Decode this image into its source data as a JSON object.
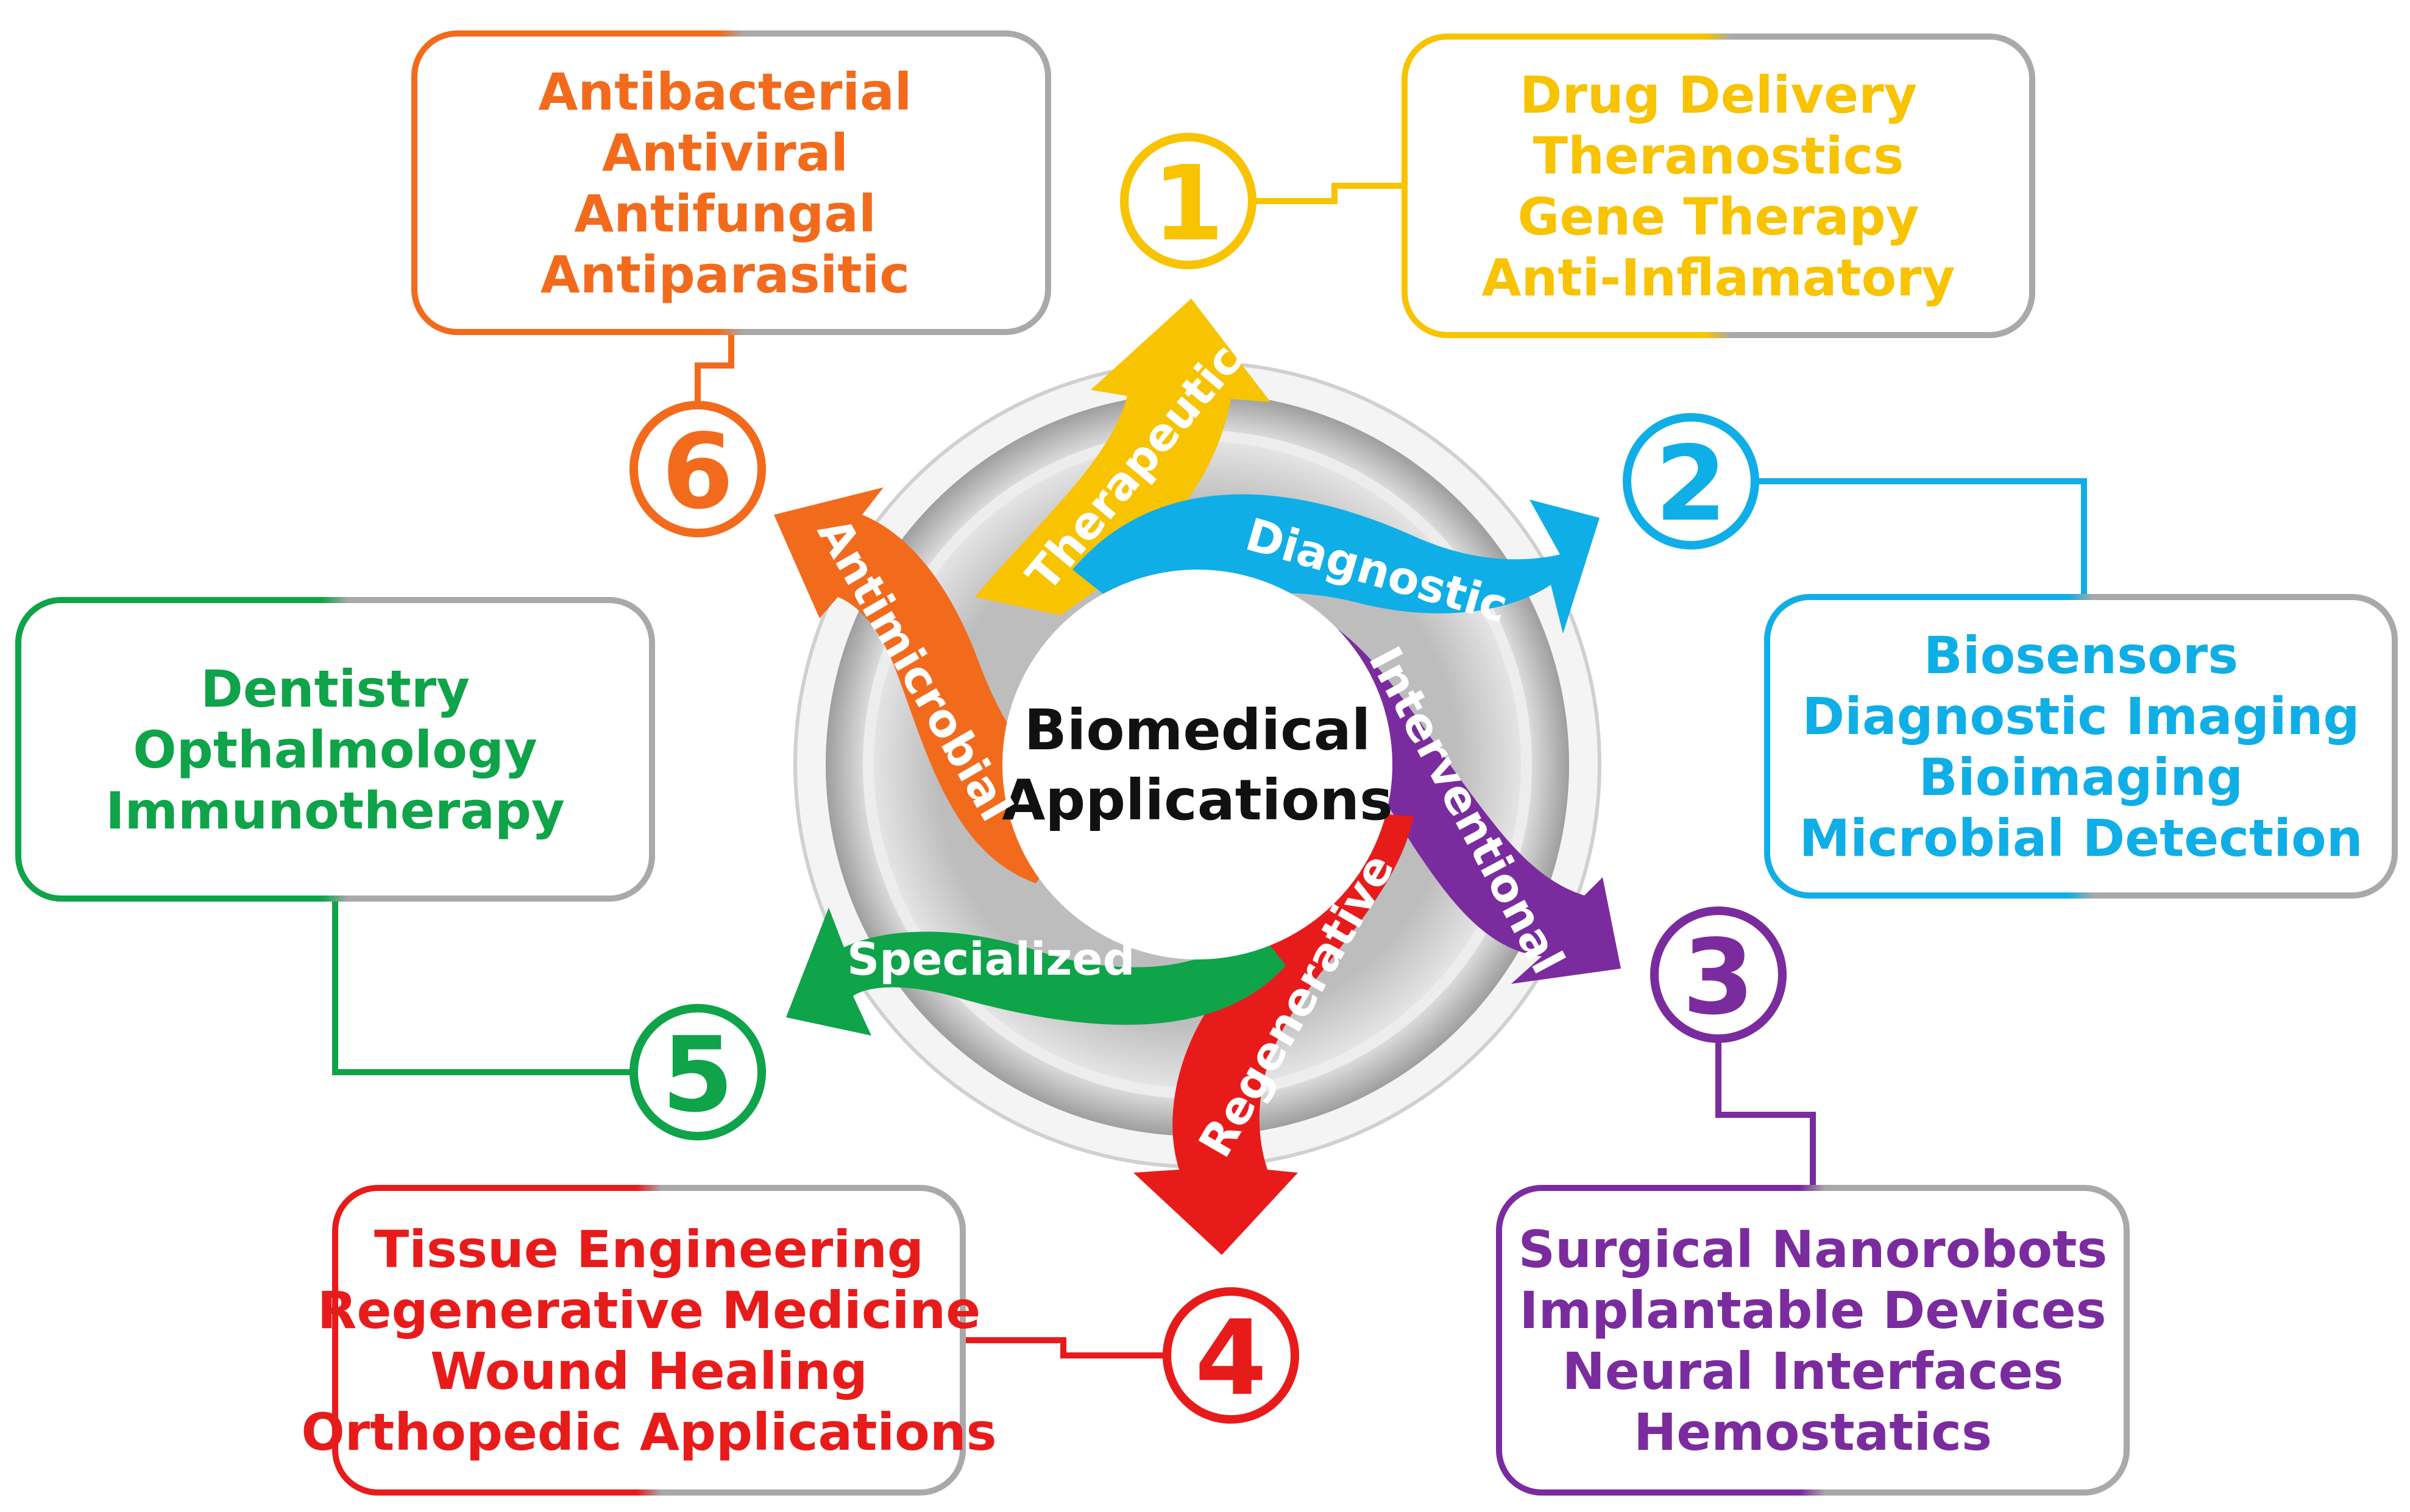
{
  "center": {
    "line1": "Biomedical",
    "line2": "Applications"
  },
  "categories": [
    {
      "id": "therapeutic",
      "number": "1",
      "label": "Therapeutic",
      "color": "#F8C300",
      "items": [
        "Drug Delivery",
        "Theranostics",
        "Gene Therapy",
        "Anti-Inflamatory"
      ]
    },
    {
      "id": "diagnostic",
      "number": "2",
      "label": "Diagnostic",
      "color": "#10AEE6",
      "items": [
        "Biosensors",
        "Diagnostic Imaging",
        "Bioimaging",
        "Microbial Detection"
      ]
    },
    {
      "id": "interventional",
      "number": "3",
      "label": "Interventional",
      "color": "#7A2C9E",
      "items": [
        "Surgical Nanorobots",
        "Implantable Devices",
        "Neural Interfaces",
        "Hemostatics"
      ]
    },
    {
      "id": "regenerative",
      "number": "4",
      "label": "Regenerative",
      "color": "#E81B1B",
      "items": [
        "Tissue Engineering",
        "Regenerative Medicine",
        "Wound Healing",
        "Orthopedic Applications"
      ]
    },
    {
      "id": "specialized",
      "number": "5",
      "label": "Specialized",
      "color": "#0FA34A",
      "items": [
        "Dentistry",
        "Opthalmology",
        "Immunotherapy"
      ]
    },
    {
      "id": "antimicrobial",
      "number": "6",
      "label": "Antimicrobial",
      "color": "#F26B1D",
      "items": [
        "Antibacterial",
        "Antiviral",
        "Antifungal",
        "Antiparasitic"
      ]
    }
  ],
  "colors": {
    "ring": "#CFCFCF",
    "box_border_gray": "#A9A9A9"
  }
}
